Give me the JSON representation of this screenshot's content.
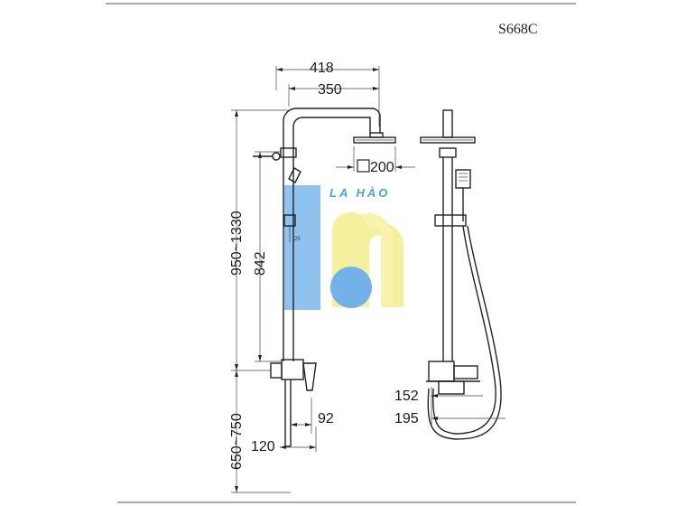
{
  "model": "S668C",
  "watermark": {
    "brand": "LA HÀO",
    "blue": "#5aa5e6",
    "yellow": "#f4ee8e",
    "text_color": "#2f8fd8"
  },
  "dimensions": {
    "width_overall": "418",
    "arm_length": "350",
    "head_size": "200",
    "height_range": "950~1330",
    "bar_length": "842",
    "bracket": "25",
    "valve_height": "650~750",
    "spout_92": "92",
    "spout_120": "120",
    "depth_152": "152",
    "depth_195": "195"
  }
}
